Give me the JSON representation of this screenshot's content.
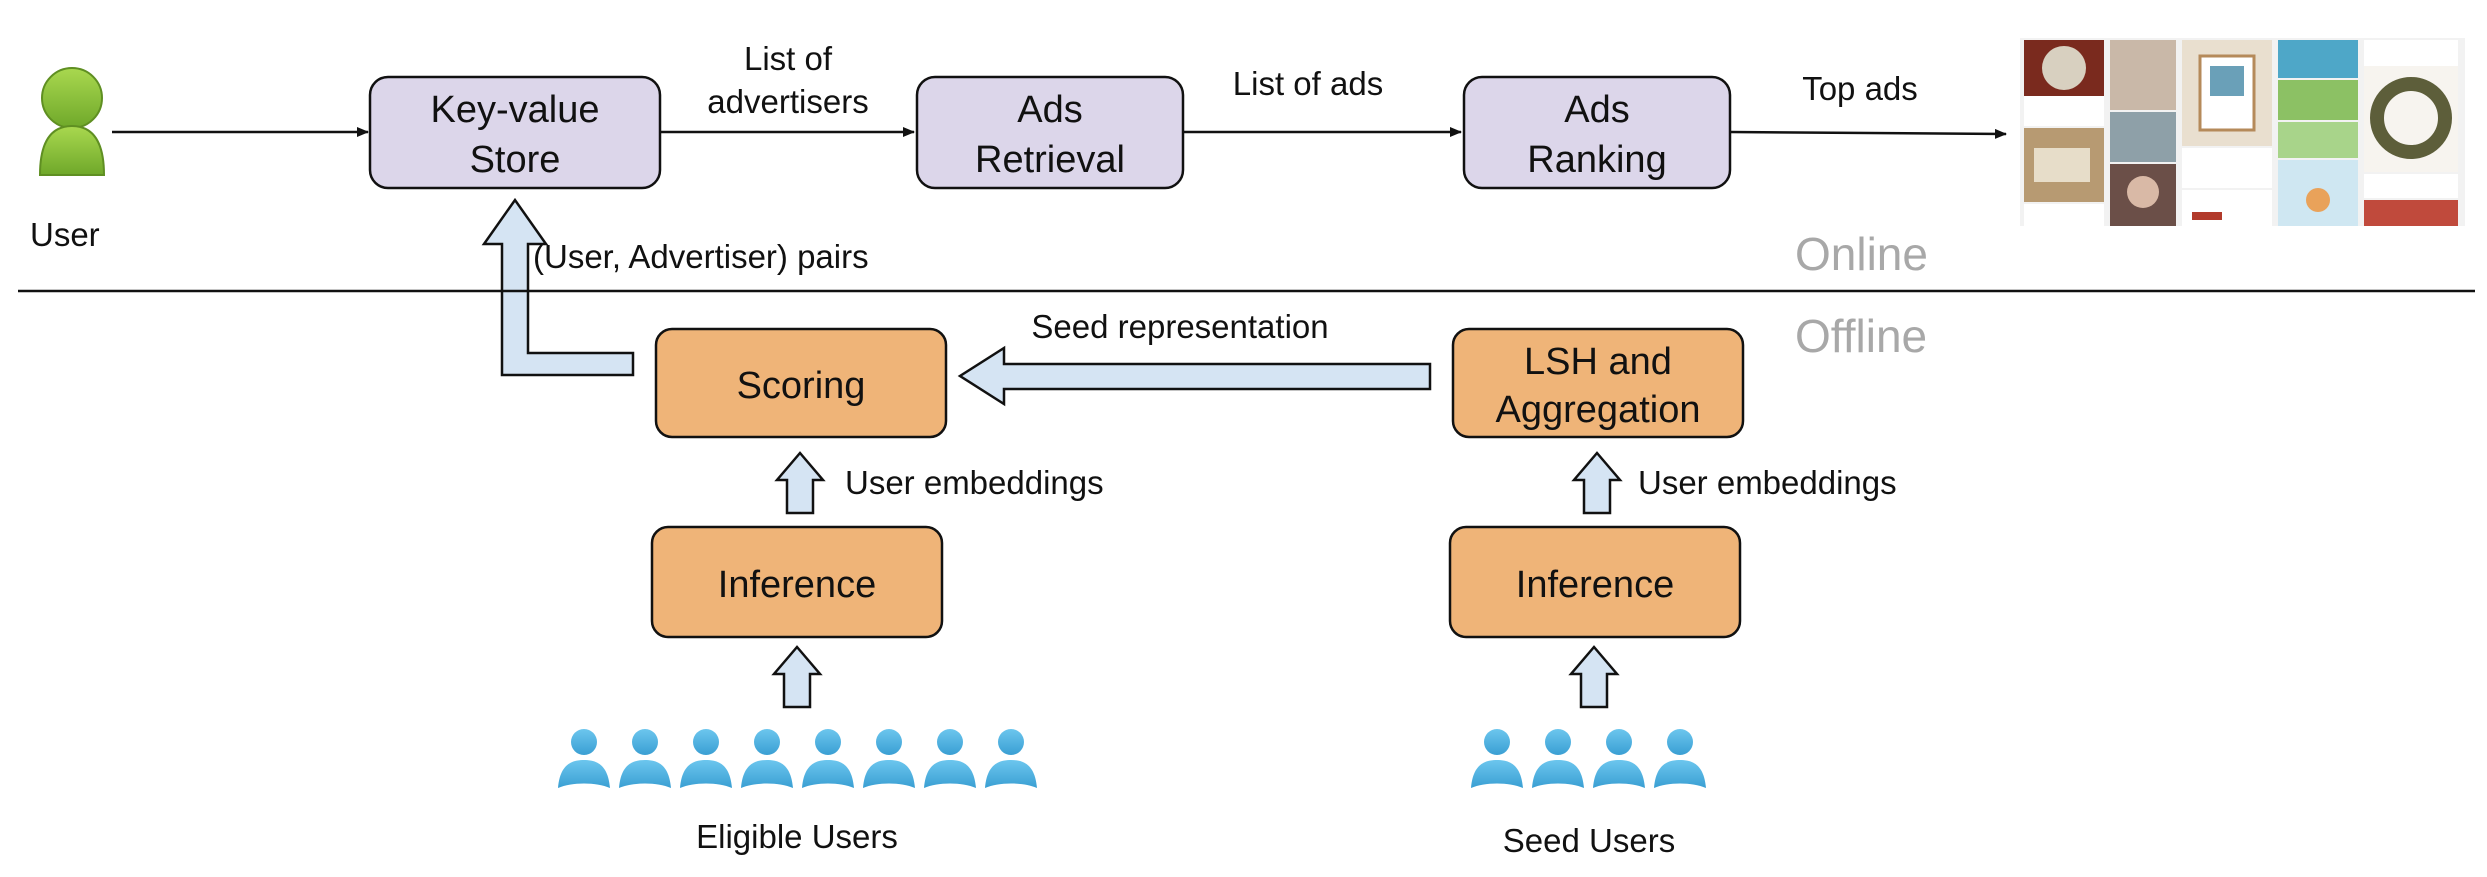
{
  "nodes": {
    "kv_store": {
      "line1": "Key-value",
      "line2": "Store"
    },
    "ads_retrieval": {
      "line1": "Ads",
      "line2": "Retrieval"
    },
    "ads_ranking": {
      "line1": "Ads",
      "line2": "Ranking"
    },
    "scoring": {
      "label": "Scoring"
    },
    "lsh": {
      "line1": "LSH and",
      "line2": "Aggregation"
    },
    "inference_left": {
      "label": "Inference"
    },
    "inference_right": {
      "label": "Inference"
    }
  },
  "labels": {
    "user": "User",
    "list_of_advertisers_1": "List of",
    "list_of_advertisers_2": "advertisers",
    "list_of_ads": "List of ads",
    "top_ads": "Top ads",
    "pairs": "(User, Advertiser) pairs",
    "seed_representation": "Seed representation",
    "user_embeddings_left": "User embeddings",
    "user_embeddings_right": "User embeddings",
    "eligible_users": "Eligible Users",
    "seed_users": "Seed Users"
  },
  "sections": {
    "online": "Online",
    "offline": "Offline"
  },
  "colors": {
    "online_box": "#dcd6ea",
    "offline_box": "#efb478",
    "fat_arrow": "#d5e4f3",
    "user_green": "#8dc63f",
    "group_blue": "#4aaedc",
    "section_gray": "#a8a8a8"
  },
  "icons": {
    "user": "user-person-icon",
    "eligible_users": "user-group-icon",
    "seed_users": "user-group-icon",
    "ads_thumbnails": "pin-thumbnails-icon"
  },
  "groups": {
    "eligible_count": 8,
    "seed_count": 4
  }
}
